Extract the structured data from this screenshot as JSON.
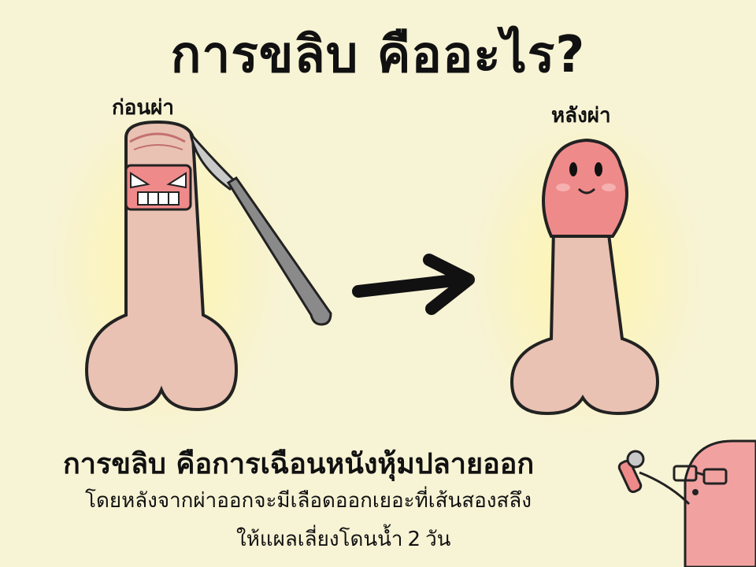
{
  "title": "การขลิบ คืออะไร?",
  "labels": {
    "before": "ก่อนผ่า",
    "after": "หลังผ่า"
  },
  "caption": {
    "line1": "การขลิบ คือการเฉือนหนังหุ้มปลายออก",
    "line2": "โดยหลังจากผ่าออกจะมีเลือดออกเยอะที่เส้นสองสลึง",
    "line3_prefix": "ให้แผลเลี่ยงโดนน้ำ",
    "line3_number": "2",
    "line3_suffix": "วัน"
  },
  "colors": {
    "background": "#f7f3d5",
    "skin": "#e9c2b3",
    "head_pink": "#ef8a8a",
    "scalpel_blade": "#c9c9c9",
    "scalpel_handle": "#8a8a8a"
  },
  "icons": [
    "scalpel-icon",
    "arrow-right-icon",
    "doctor-icon",
    "microphone-icon",
    "glasses-icon"
  ]
}
